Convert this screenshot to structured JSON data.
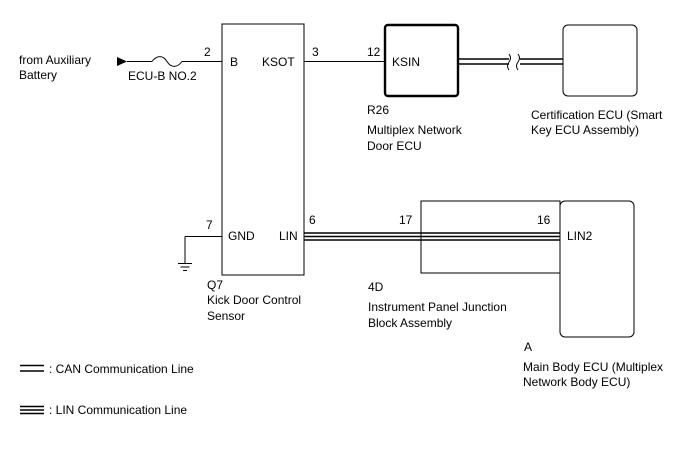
{
  "source": {
    "line1": "from Auxiliary",
    "line2": "Battery"
  },
  "fuse": {
    "label": "ECU-B NO.2"
  },
  "q7": {
    "code": "Q7",
    "name_line1": "Kick Door Control",
    "name_line2": "Sensor",
    "pin_b_num": "2",
    "pin_b_name": "B",
    "pin_ksot_num": "3",
    "pin_ksot_name": "KSOT",
    "pin_gnd_num": "7",
    "pin_gnd_name": "GND",
    "pin_lin_num": "6",
    "pin_lin_name": "LIN"
  },
  "r26": {
    "code": "R26",
    "name_line1": "Multiplex Network",
    "name_line2": "Door ECU",
    "pin_num": "12",
    "pin_name": "KSIN"
  },
  "cert": {
    "name_line1": "Certification ECU (Smart",
    "name_line2": "Key ECU Assembly)"
  },
  "junction": {
    "code": "4D",
    "name_line1": "Instrument Panel Junction",
    "name_line2": "Block Assembly",
    "pin_in_num": "17",
    "pin_out_num": "16"
  },
  "main_body": {
    "code": "A",
    "name_line1": "Main Body ECU (Multiplex",
    "name_line2": "Network Body ECU)",
    "pin_name": "LIN2"
  },
  "legend": {
    "can_label": ": CAN Communication Line",
    "lin_label": ": LIN Communication Line"
  }
}
